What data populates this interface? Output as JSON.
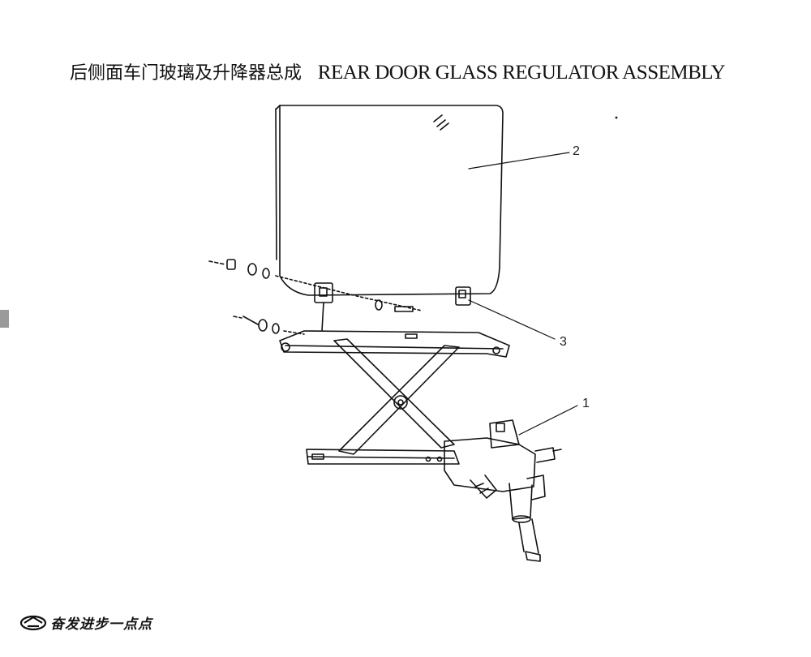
{
  "title": {
    "chinese": "后侧面车门玻璃及升降器总成",
    "english": "REAR DOOR GLASS REGULATOR ASSEMBLY"
  },
  "callouts": {
    "regulator": "1",
    "glass": "2",
    "bracket": "3"
  },
  "footer": {
    "brand_text": "奋发进步一点点"
  }
}
